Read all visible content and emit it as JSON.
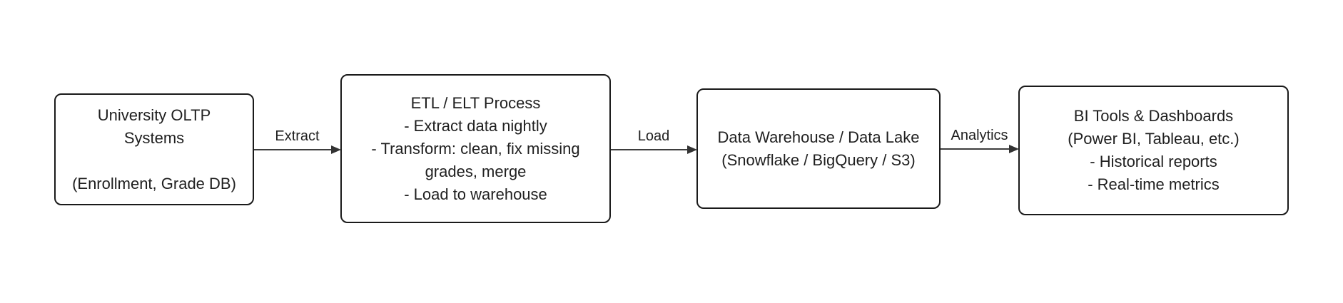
{
  "diagram": {
    "type": "flowchart",
    "direction": "left-to-right",
    "background_color": "#ffffff",
    "node_border_color": "#1a1a1a",
    "node_fill_color": "#ffffff",
    "text_color": "#1f1f1f",
    "edge_color": "#333333",
    "nodes": [
      {
        "id": "university-oltp-systems",
        "lines": [
          "University OLTP",
          "Systems",
          "",
          "(Enrollment, Grade DB)"
        ]
      },
      {
        "id": "etl-elt-process",
        "lines": [
          "ETL / ELT Process",
          "- Extract data nightly",
          "- Transform: clean, fix missing",
          "grades, merge",
          "- Load to warehouse"
        ]
      },
      {
        "id": "data-warehouse-data-lake",
        "lines": [
          "Data Warehouse / Data Lake",
          "(Snowflake / BigQuery / S3)"
        ]
      },
      {
        "id": "bi-tools-dashboards",
        "lines": [
          "BI Tools & Dashboards",
          "(Power BI, Tableau, etc.)",
          "- Historical reports",
          "- Real-time metrics"
        ]
      }
    ],
    "edges": [
      {
        "from": "university-oltp-systems",
        "to": "etl-elt-process",
        "label": "Extract"
      },
      {
        "from": "etl-elt-process",
        "to": "data-warehouse-data-lake",
        "label": "Load"
      },
      {
        "from": "data-warehouse-data-lake",
        "to": "bi-tools-dashboards",
        "label": "Analytics"
      }
    ]
  }
}
